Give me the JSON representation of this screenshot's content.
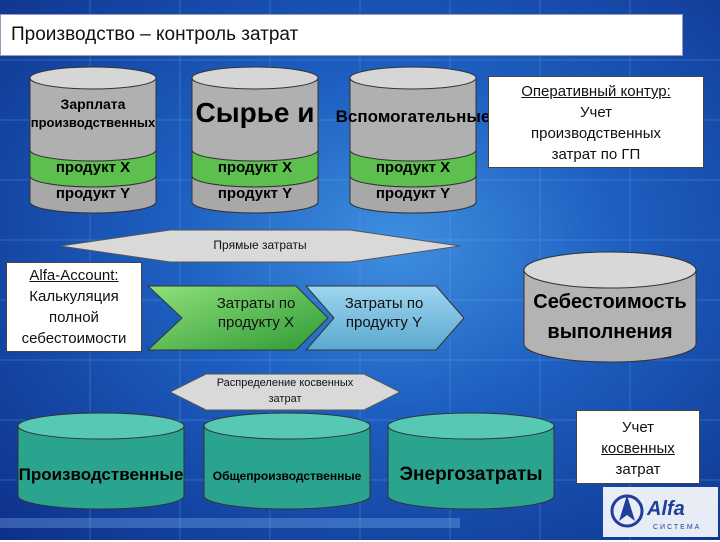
{
  "title": "Производство – контроль затрат",
  "top_cylinders": [
    {
      "label": "Зарплата производственных",
      "line1": "Зарплата",
      "line2": "производственных",
      "x_label": "продукт X",
      "y_label": "продукт Y"
    },
    {
      "label": "Сырье и",
      "x_label": "продукт X",
      "y_label": "продукт Y"
    },
    {
      "label": "Вспомогательные",
      "x_label": "продукт X",
      "y_label": "продукт Y"
    }
  ],
  "operative_box": {
    "line1": "Оперативный контур:",
    "line2": "Учет",
    "line3": "производственных",
    "line4": "затрат по ГП"
  },
  "direct_costs": "Прямые затраты",
  "alfa_box": {
    "line1": "Alfa-Account:",
    "line2": "Калькуляция",
    "line3": "полной",
    "line4": "себестоимости"
  },
  "costs_x": {
    "line1": "Затраты по",
    "line2": "продукту X"
  },
  "costs_y": {
    "line1": "Затраты по",
    "line2": "продукту Y"
  },
  "cost_cylinder": {
    "line1": "Себестоимость",
    "line2": "выполнения"
  },
  "indirect_distribution": {
    "line1": "Распределение косвенных",
    "line2": "затрат"
  },
  "bottom_cylinders": [
    "Производственные",
    "Общепроизводственные",
    "Энергозатраты"
  ],
  "indirect_box": {
    "line1": "Учет",
    "line2": "косвенных",
    "line3": "затрат"
  },
  "logo": {
    "name": "Alfa",
    "sub": "СИСТЕМА"
  },
  "colors": {
    "green": "#4fb84a",
    "teal": "#2aa38f",
    "gray": "#b5b5b5",
    "background": "#1d5fc0"
  }
}
